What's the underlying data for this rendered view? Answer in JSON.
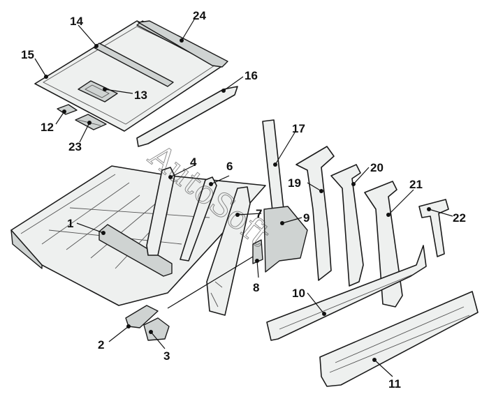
{
  "diagram": {
    "callouts": [
      {
        "id": "1",
        "label": "1"
      },
      {
        "id": "2",
        "label": "2"
      },
      {
        "id": "3",
        "label": "3"
      },
      {
        "id": "4",
        "label": "4"
      },
      {
        "id": "6",
        "label": "6"
      },
      {
        "id": "7",
        "label": "7"
      },
      {
        "id": "8",
        "label": "8"
      },
      {
        "id": "9",
        "label": "9"
      },
      {
        "id": "10",
        "label": "10"
      },
      {
        "id": "11",
        "label": "11"
      },
      {
        "id": "12",
        "label": "12"
      },
      {
        "id": "13",
        "label": "13"
      },
      {
        "id": "14",
        "label": "14"
      },
      {
        "id": "15",
        "label": "15"
      },
      {
        "id": "16",
        "label": "16"
      },
      {
        "id": "17",
        "label": "17"
      },
      {
        "id": "19",
        "label": "19"
      },
      {
        "id": "20",
        "label": "20"
      },
      {
        "id": "21",
        "label": "21"
      },
      {
        "id": "22",
        "label": "22"
      },
      {
        "id": "23",
        "label": "23"
      },
      {
        "id": "24",
        "label": "24"
      }
    ],
    "watermark": "AutoSoft"
  }
}
